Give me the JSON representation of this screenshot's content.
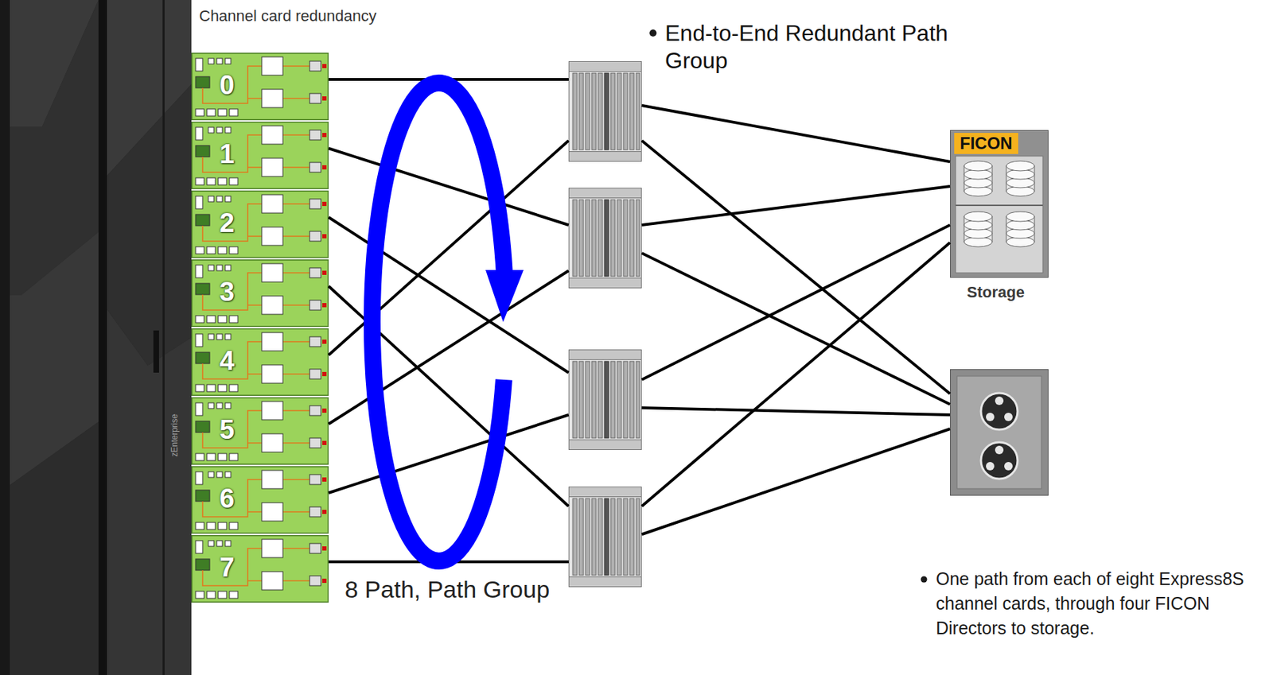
{
  "diagram": {
    "nodes": [
      {
        "text": [
          "0"
        ]
      },
      {
        "text": [
          "1"
        ]
      },
      {
        "text": [
          "2"
        ]
      },
      {
        "text": [
          "3"
        ]
      },
      {
        "text": [
          "4"
        ]
      },
      {
        "text": [
          "5"
        ]
      },
      {
        "text": [
          "6"
        ]
      },
      {
        "text": [
          "7"
        ]
      },
      {
        "text": []
      },
      {
        "text": []
      },
      {
        "text": []
      },
      {
        "text": []
      },
      {
        "text": [
          "FICON",
          "Storage"
        ]
      },
      {
        "text": []
      }
    ],
    "edges": [
      {
        "from": 0,
        "to": 8,
        "arrow": "none"
      },
      {
        "from": 1,
        "to": 9,
        "arrow": "none"
      },
      {
        "from": 2,
        "to": 10,
        "arrow": "none"
      },
      {
        "from": 3,
        "to": 11,
        "arrow": "none"
      },
      {
        "from": 4,
        "to": 8,
        "arrow": "none"
      },
      {
        "from": 5,
        "to": 9,
        "arrow": "none"
      },
      {
        "from": 6,
        "to": 10,
        "arrow": "none"
      },
      {
        "from": 7,
        "to": 11,
        "arrow": "none"
      },
      {
        "from": 8,
        "to": 12,
        "arrow": "none"
      },
      {
        "from": 8,
        "to": 13,
        "arrow": "none"
      },
      {
        "from": 9,
        "to": 12,
        "arrow": "none"
      },
      {
        "from": 9,
        "to": 13,
        "arrow": "none"
      },
      {
        "from": 10,
        "to": 12,
        "arrow": "none"
      },
      {
        "from": 10,
        "to": 13,
        "arrow": "none"
      },
      {
        "from": 11,
        "to": 12,
        "arrow": "none"
      },
      {
        "from": 11,
        "to": 13,
        "arrow": "none"
      }
    ],
    "labels": [
      "Channel card redundancy",
      "End-to-End Redundant Path Group",
      "8 Path, Path Group",
      "One path from each of eight Express8S channel cards, through four FICON Directors to storage.",
      "zEnterprise"
    ]
  }
}
